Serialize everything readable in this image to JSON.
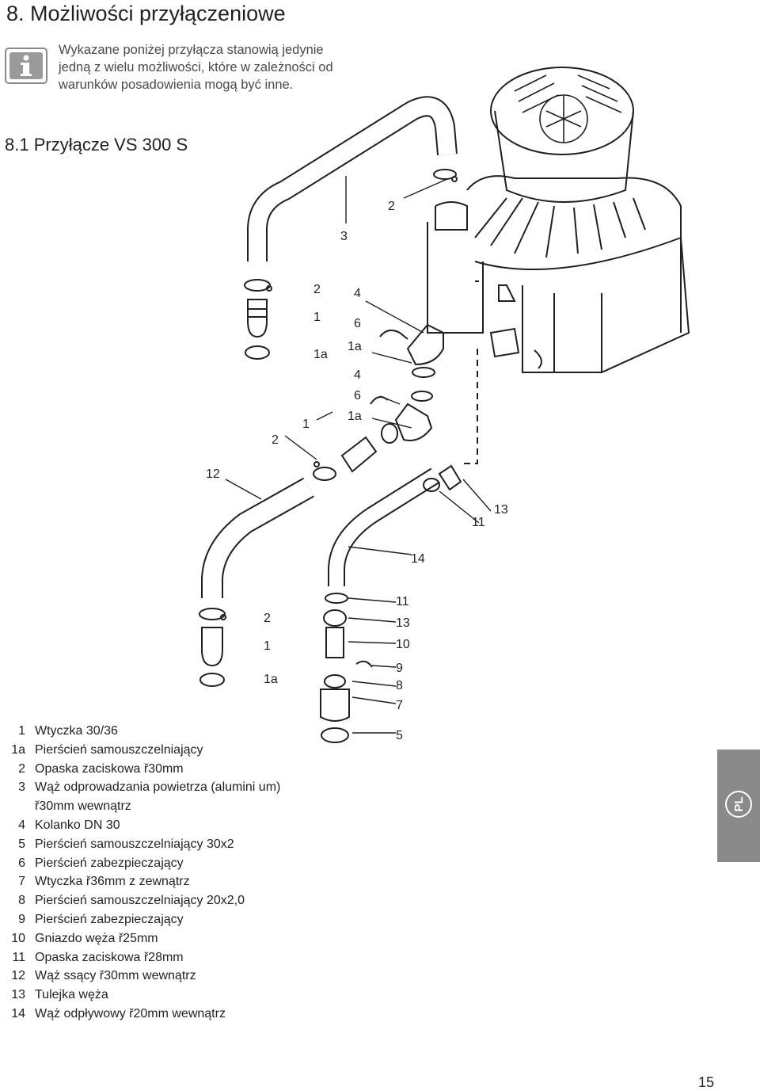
{
  "header": {
    "title": "8. Możliwości przyłączeniowe",
    "info_icon": "info-icon",
    "info_text": "Wykazane poniżej przyłącza stanowią jedynie jedną z wielu możliwości, które w zależności od warunków posadowienia mogą być inne."
  },
  "section": {
    "title": "8.1 Przyłącze VS 300 S"
  },
  "diagram": {
    "labels": {
      "l_3": "3",
      "l_2_top": "2",
      "l_2a": "2",
      "l_1a": "1",
      "l_1aa": "1a",
      "l_4a": "4",
      "l_6a": "6",
      "l_1ab": "1a",
      "l_4b": "4",
      "l_6b": "6",
      "l_1ac": "1a",
      "l_1b": "1",
      "l_2b": "2",
      "l_12": "12",
      "l_11a": "11",
      "l_13a": "13",
      "l_14": "14",
      "l_2c": "2",
      "l_1c": "1",
      "l_1ad": "1a",
      "l_11b": "11",
      "l_13b": "13",
      "l_10": "10",
      "l_9": "9",
      "l_8": "8",
      "l_7": "7",
      "l_5": "5"
    }
  },
  "legend": [
    {
      "num": "1",
      "text": "Wtyczka 30/36"
    },
    {
      "num": "1a",
      "text": "Pierścień samouszczelniający"
    },
    {
      "num": "2",
      "text": "Opaska zaciskowa ř30mm"
    },
    {
      "num": "3",
      "text": "Wąż odprowadzania powietrza (alumini um) ř30mm wewnątrz"
    },
    {
      "num": "4",
      "text": "Kolanko DN 30"
    },
    {
      "num": "5",
      "text": "Pierścień samouszczelniający 30x2"
    },
    {
      "num": "6",
      "text": "Pierścień zabezpieczający"
    },
    {
      "num": "7",
      "text": "Wtyczka ř36mm z zewnątrz"
    },
    {
      "num": "8",
      "text": "Pierścień samouszczelniający 20x2,0"
    },
    {
      "num": "9",
      "text": "Pierścień zabezpieczający"
    },
    {
      "num": "10",
      "text": "Gniazdo węża ř25mm"
    },
    {
      "num": "11",
      "text": "Opaska zaciskowa ř28mm"
    },
    {
      "num": "12",
      "text": "Wąż ssący ř30mm wewnątrz"
    },
    {
      "num": "13",
      "text": "Tulejka węża"
    },
    {
      "num": "14",
      "text": "Wąż odpływowy ř20mm wewnątrz"
    }
  ],
  "side_tab": {
    "label": "PL",
    "color": "#8a8a8a"
  },
  "footer": {
    "page": "15"
  }
}
